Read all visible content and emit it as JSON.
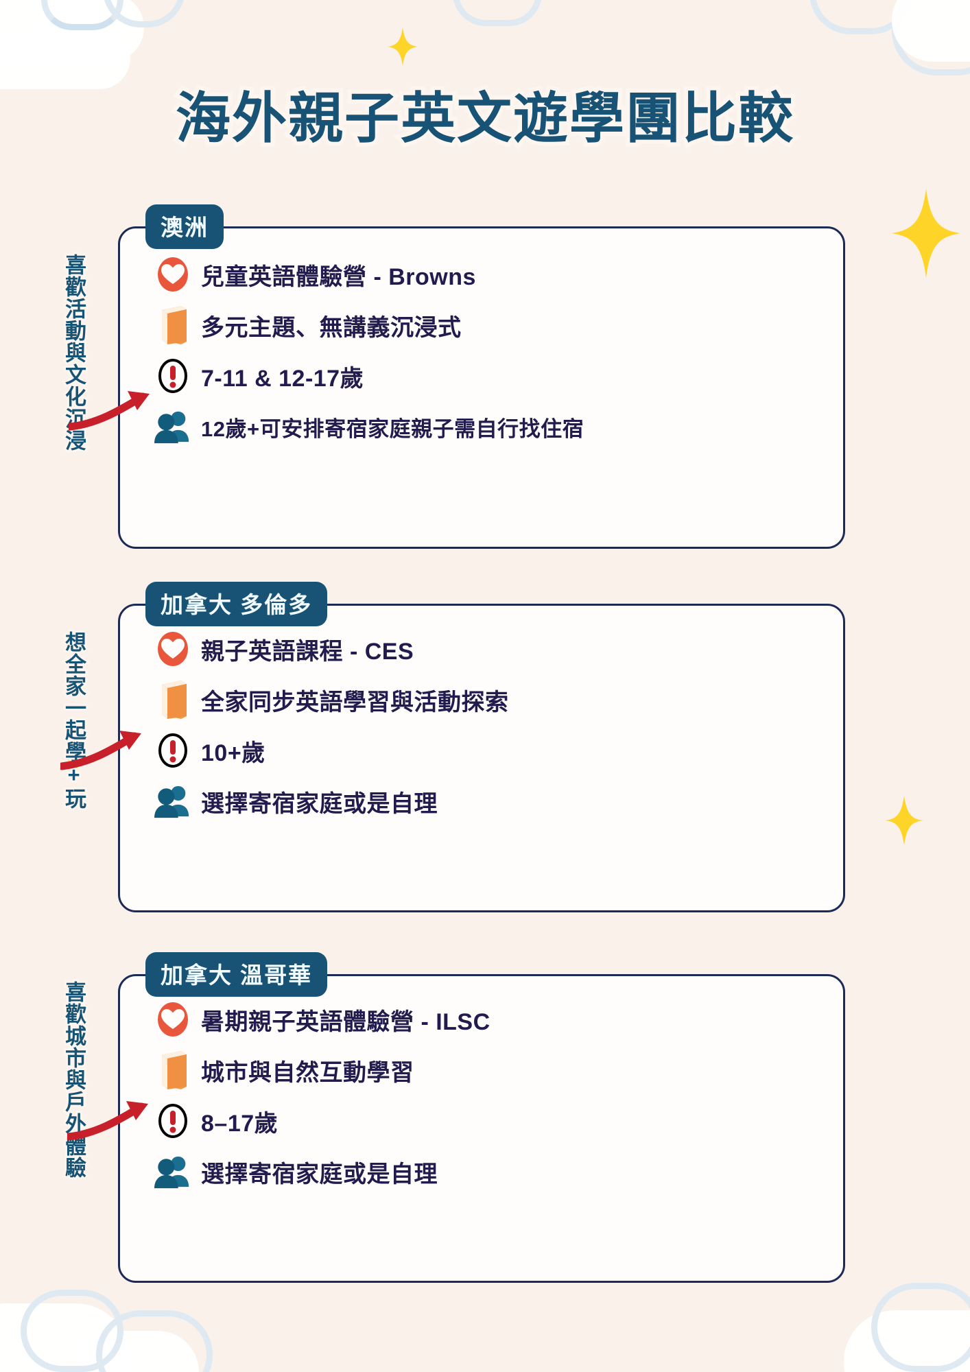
{
  "page": {
    "title": "海外親子英文遊學團比較",
    "background_color": "#faf1ea",
    "accent_color": "#185375",
    "text_color": "#221c4e",
    "star_color": "#ffd429",
    "arrow_color": "#c8202a"
  },
  "side_labels": [
    {
      "text": "喜歡活動與文化沉浸"
    },
    {
      "text": "想全家一起學+玩"
    },
    {
      "text": "喜歡城市與戶外體驗"
    }
  ],
  "cards": [
    {
      "badge": "澳洲",
      "rows": [
        {
          "icon": "heart-icon",
          "text": "兒童英語體驗營 - Browns"
        },
        {
          "icon": "book-icon",
          "text": "多元主題、無講義沉浸式"
        },
        {
          "icon": "exclamation-icon",
          "text": "7-11 & 12-17歲"
        },
        {
          "icon": "people-icon",
          "text": "12歲+可安排寄宿家庭親子需自行找住宿"
        }
      ]
    },
    {
      "badge": "加拿大 多倫多",
      "rows": [
        {
          "icon": "heart-icon",
          "text": "親子英語課程 - CES"
        },
        {
          "icon": "book-icon",
          "text": "全家同步英語學習與活動探索"
        },
        {
          "icon": "exclamation-icon",
          "text": "10+歲"
        },
        {
          "icon": "people-icon",
          "text": "選擇寄宿家庭或是自理"
        }
      ]
    },
    {
      "badge": "加拿大 溫哥華",
      "rows": [
        {
          "icon": "heart-icon",
          "text": "暑期親子英語體驗營 - ILSC"
        },
        {
          "icon": "book-icon",
          "text": "城市與自然互動學習"
        },
        {
          "icon": "exclamation-icon",
          "text": "8–17歲"
        },
        {
          "icon": "people-icon",
          "text": "選擇寄宿家庭或是自理"
        }
      ]
    }
  ]
}
